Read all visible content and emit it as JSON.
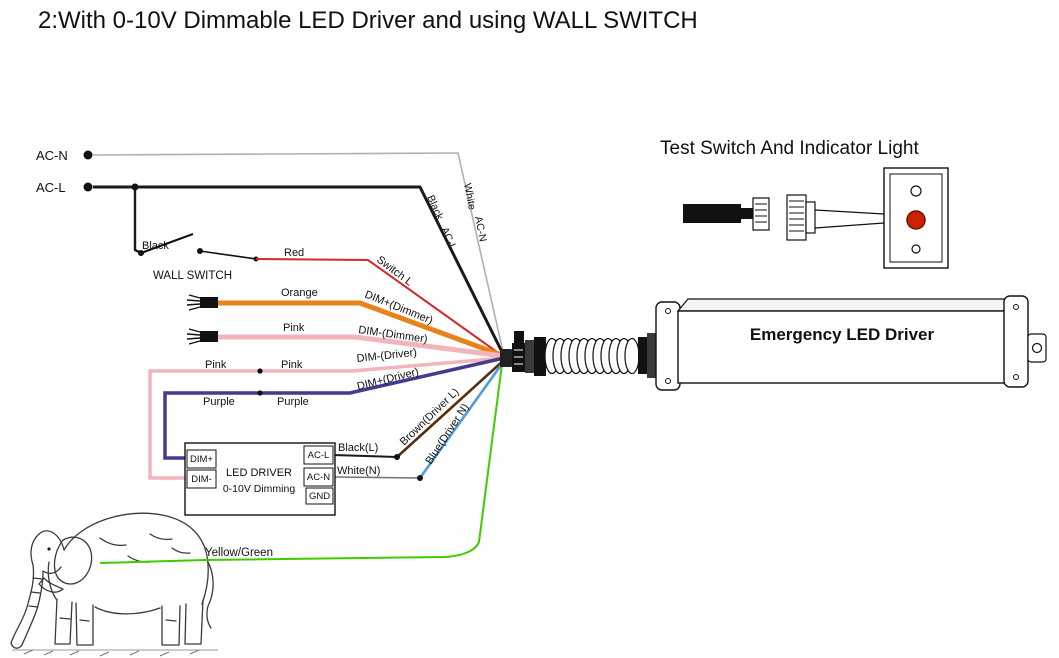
{
  "title": "2:With 0-10V Dimmable LED Driver and using WALL SWITCH",
  "wire_labels": {
    "ac_n": "AC-N",
    "ac_l": "AC-L",
    "white": "White",
    "black": "Black",
    "wall_switch": "WALL SWITCH",
    "red": "Red",
    "switch_l": "Switch L",
    "orange": "Orange",
    "pink": "Pink",
    "purple": "Purple",
    "dim_plus_dimmer": "DIM+(Dimmer)",
    "dim_minus_dimmer": "DIM-(Dimmer)",
    "dim_minus_driver": "DIM-(Driver)",
    "dim_plus_driver": "DIM+(Driver)",
    "black_l": "Black(L)",
    "white_n": "White(N)",
    "brown_driver_l": "Brown(Driver L)",
    "blue_driver_n": "Blue(Driver N)",
    "yellow_green": "Yellow/Green"
  },
  "led_driver": {
    "name": "LED DRIVER",
    "dimming": "0-10V Dimming",
    "terminals": {
      "dim_plus": "DIM+",
      "dim_minus": "DIM-",
      "ac_l": "AC-L",
      "ac_n": "AC-N",
      "gnd": "GND"
    }
  },
  "test_switch": {
    "title": "Test Switch And Indicator Light"
  },
  "emergency_driver": {
    "title": "Emergency LED Driver"
  },
  "colors": {
    "black_wire": "#1a1a1a",
    "white_wire": "#b0b0b0",
    "red_wire": "#d42a2a",
    "orange_wire": "#e8821a",
    "pink_wire": "#f2b4bd",
    "purple_wire": "#443a8f",
    "brown_wire": "#5a2d0f",
    "blue_wire": "#4f9bdb",
    "green_wire": "#3ecc00",
    "indicator_red": "#cc2200"
  }
}
